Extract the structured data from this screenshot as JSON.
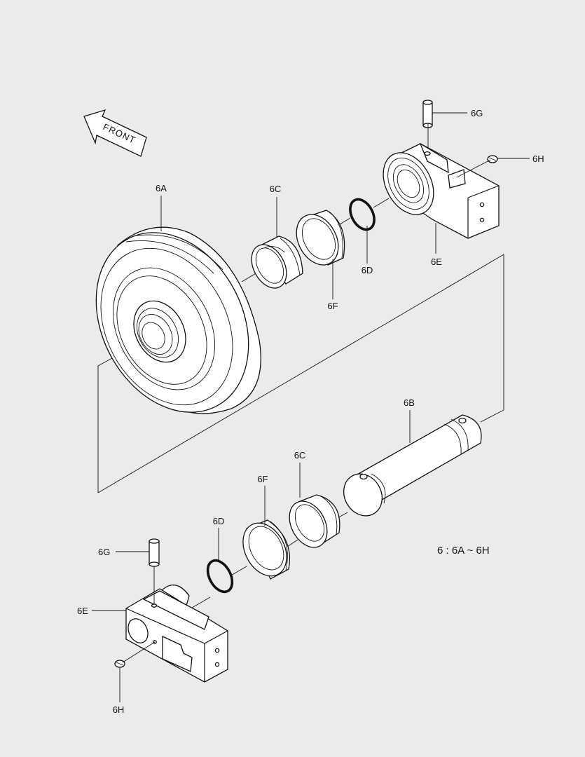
{
  "diagram": {
    "orientation_label": "FRONT",
    "assembly_note": "6 : 6A ~ 6H",
    "callouts": {
      "idler_wheel": "6A",
      "shaft": "6B",
      "bushing_upper": "6C",
      "bushing_lower": "6C",
      "o_ring_upper": "6D",
      "o_ring_lower": "6D",
      "bracket_upper": "6E",
      "bracket_lower": "6E",
      "seal_upper": "6F",
      "seal_lower": "6F",
      "pin_upper": "6G",
      "pin_lower": "6G",
      "plug_upper": "6H",
      "plug_lower": "6H"
    }
  }
}
